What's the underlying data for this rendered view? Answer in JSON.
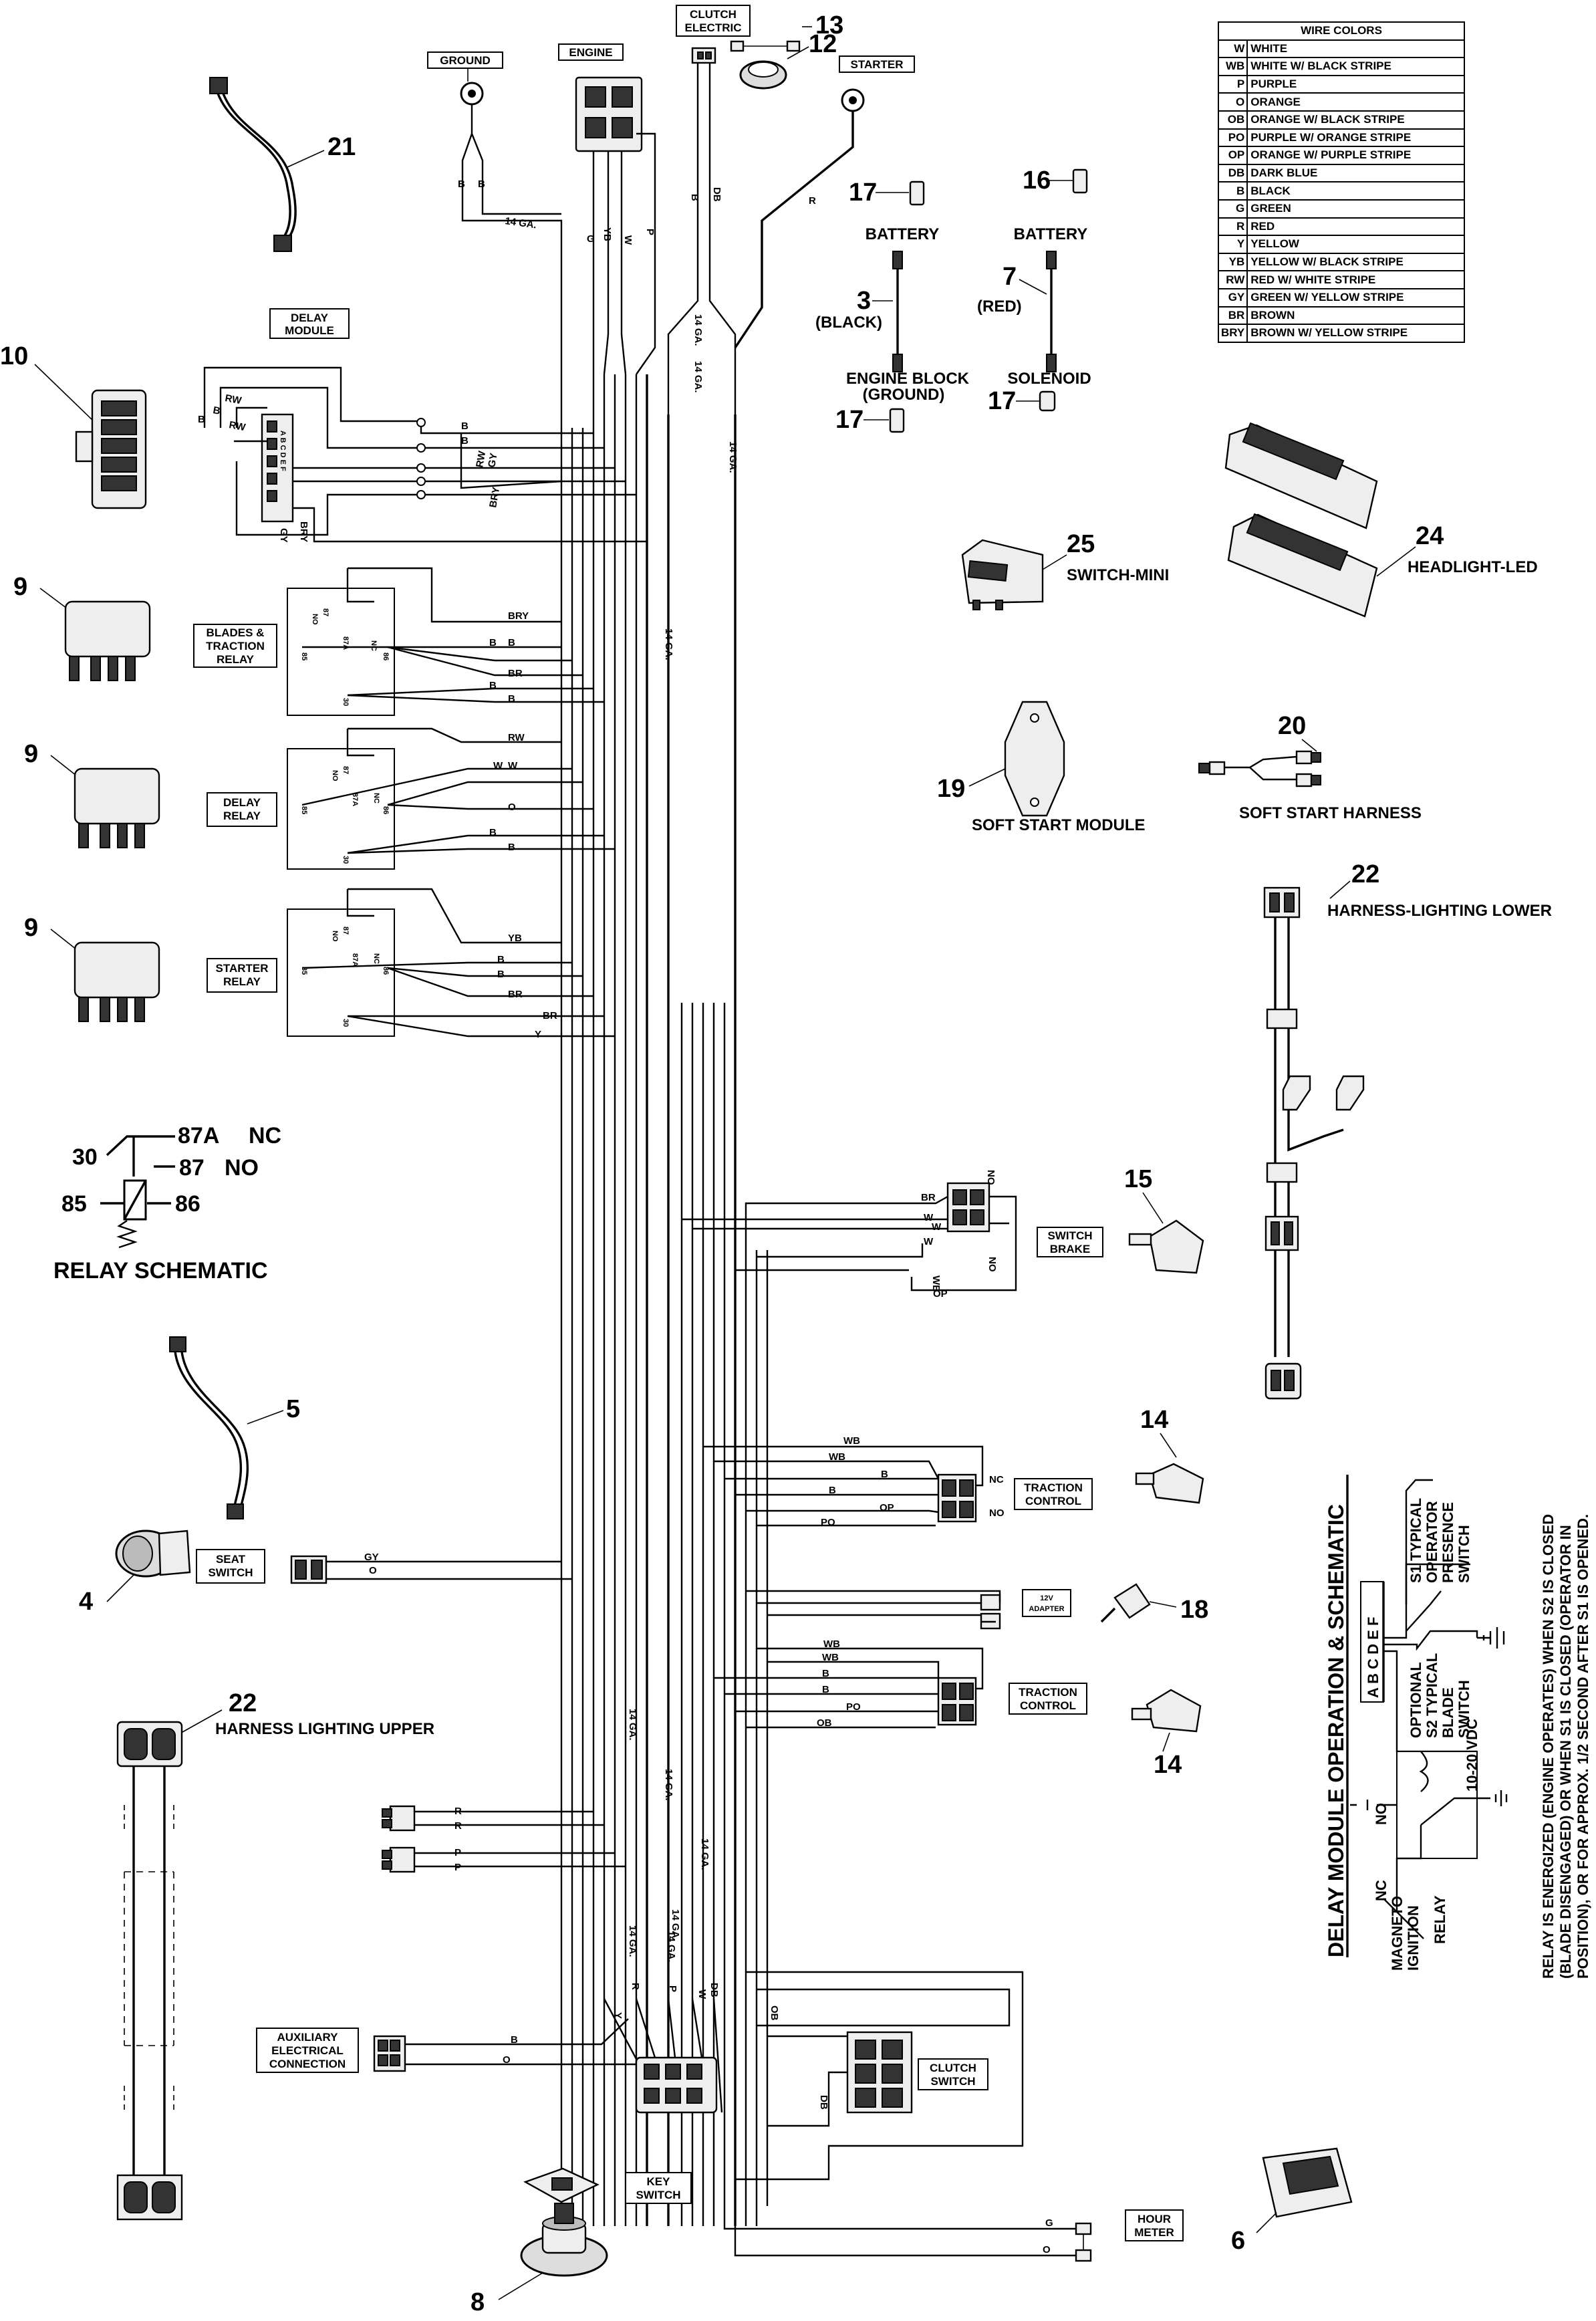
{
  "legend": {
    "title": "WIRE COLORS",
    "rows": [
      {
        "code": "W",
        "name": "WHITE"
      },
      {
        "code": "WB",
        "name": "WHITE W/ BLACK STRIPE"
      },
      {
        "code": "P",
        "name": "PURPLE"
      },
      {
        "code": "O",
        "name": "ORANGE"
      },
      {
        "code": "OB",
        "name": "ORANGE W/ BLACK STRIPE"
      },
      {
        "code": "PO",
        "name": "PURPLE W/ ORANGE STRIPE"
      },
      {
        "code": "OP",
        "name": "ORANGE W/ PURPLE STRIPE"
      },
      {
        "code": "DB",
        "name": "DARK BLUE"
      },
      {
        "code": "B",
        "name": "BLACK"
      },
      {
        "code": "G",
        "name": "GREEN"
      },
      {
        "code": "R",
        "name": "RED"
      },
      {
        "code": "Y",
        "name": "YELLOW"
      },
      {
        "code": "YB",
        "name": "YELLOW W/ BLACK STRIPE"
      },
      {
        "code": "RW",
        "name": "RED W/ WHITE STRIPE"
      },
      {
        "code": "GY",
        "name": "GREEN W/ YELLOW STRIPE"
      },
      {
        "code": "BR",
        "name": "BROWN"
      },
      {
        "code": "BRY",
        "name": "BROWN W/ YELLOW STRIPE"
      }
    ]
  },
  "top_labels": {
    "ground": "GROUND",
    "engine": "ENGINE",
    "clutch_l1": "CLUTCH",
    "clutch_l2": "ELECTRIC",
    "starter": "STARTER"
  },
  "parts": {
    "battery1": "BATTERY",
    "battery2": "BATTERY",
    "black": "(BLACK)",
    "red": "(RED)",
    "engine_block": "ENGINE BLOCK",
    "ground_paren": "(GROUND)",
    "solenoid": "SOLENOID",
    "switch_mini": "SWITCH-MINI",
    "headlight": "HEADLIGHT-LED",
    "soft_start_module": "SOFT START MODULE",
    "soft_start_harness": "SOFT START HARNESS",
    "lighting_lower": "HARNESS-LIGHTING LOWER",
    "lighting_upper": "HARNESS LIGHTING UPPER"
  },
  "numbers": {
    "n21": "21",
    "n13": "13",
    "n12": "12",
    "n17a": "17",
    "n16": "16",
    "n3": "3",
    "n7": "7",
    "n17b": "17",
    "n17c": "17",
    "n10": "10",
    "n25": "25",
    "n24": "24",
    "n9a": "9",
    "n9b": "9",
    "n9c": "9",
    "n20": "20",
    "n19": "19",
    "n22a": "22",
    "n15": "15",
    "n5": "5",
    "n14a": "14",
    "n18": "18",
    "n4": "4",
    "n14b": "14",
    "n22b": "22",
    "n6": "6",
    "n8": "8"
  },
  "boxes": {
    "delay_module_l1": "DELAY",
    "delay_module_l2": "MODULE",
    "blades_l1": "BLADES &",
    "blades_l2": "TRACTION",
    "blades_l3": "RELAY",
    "delay_relay_l1": "DELAY",
    "delay_relay_l2": "RELAY",
    "starter_relay_l1": "STARTER",
    "starter_relay_l2": "RELAY",
    "switch_brake_l1": "SWITCH",
    "switch_brake_l2": "BRAKE",
    "traction1_l1": "TRACTION",
    "traction1_l2": "CONTROL",
    "adapter_l1": "12V",
    "adapter_l2": "ADAPTER",
    "traction2_l1": "TRACTION",
    "traction2_l2": "CONTROL",
    "seat_l1": "SEAT",
    "seat_l2": "SWITCH",
    "aux_l1": "AUXILIARY",
    "aux_l2": "ELECTRICAL",
    "aux_l3": "CONNECTION",
    "clutch_sw_l1": "CLUTCH",
    "clutch_sw_l2": "SWITCH",
    "key_l1": "KEY",
    "key_l2": "SWITCH",
    "hour_l1": "HOUR",
    "hour_l2": "METER"
  },
  "relay_schematic": {
    "t30": "30",
    "t87a": "87A",
    "nc": "NC",
    "t87": "87",
    "no": "NO",
    "t85": "85",
    "t86": "86",
    "title": "RELAY SCHEMATIC"
  },
  "delay_schematic": {
    "title": "DELAY MODULE OPERATION & SCHEMATIC",
    "letters": "A B C D E F",
    "s1_l1": "S1 TYPICAL",
    "s1_l2": "OPERATOR",
    "s1_l3": "PRESENCE",
    "s1_l4": "SWITCH",
    "s2_l1": "OPTIONAL",
    "s2_l2": "S2 TYPICAL",
    "s2_l3": "BLADE",
    "s2_l4": "SWITCH",
    "vdc": "10-20 VDC",
    "no": "NO",
    "nc": "NC",
    "relay": "RELAY",
    "magneto_l1": "MAGNETO",
    "magneto_l2": "IGNITION",
    "note_l1": "RELAY IS ENERGIZED (ENGINE OPERATES) WHEN S2 IS CLOSED",
    "note_l2": "(BLADE DISENGAGED) OR WHEN S1 IS CLOSED (OPERATOR IN",
    "note_l3": "POSITION), OR FOR APPROX. 1/2 SECOND AFTER S1 IS OPENED."
  },
  "gauges": {
    "ga14": "14 GA."
  },
  "wire_codes": {
    "B": "B",
    "G": "G",
    "YB": "YB",
    "W": "W",
    "P": "P",
    "DB": "DB",
    "R": "R",
    "RW": "RW",
    "GY": "GY",
    "BRY": "BRY",
    "BR": "BR",
    "O": "O",
    "Y": "Y",
    "WB": "WB",
    "OP": "OP",
    "PO": "PO",
    "OB": "OB",
    "t87": "87",
    "t87A": "87A",
    "t85": "85",
    "t86": "86",
    "t30": "30",
    "NO": "NO",
    "NC": "NC",
    "pin_letters": "A B C D E F"
  }
}
